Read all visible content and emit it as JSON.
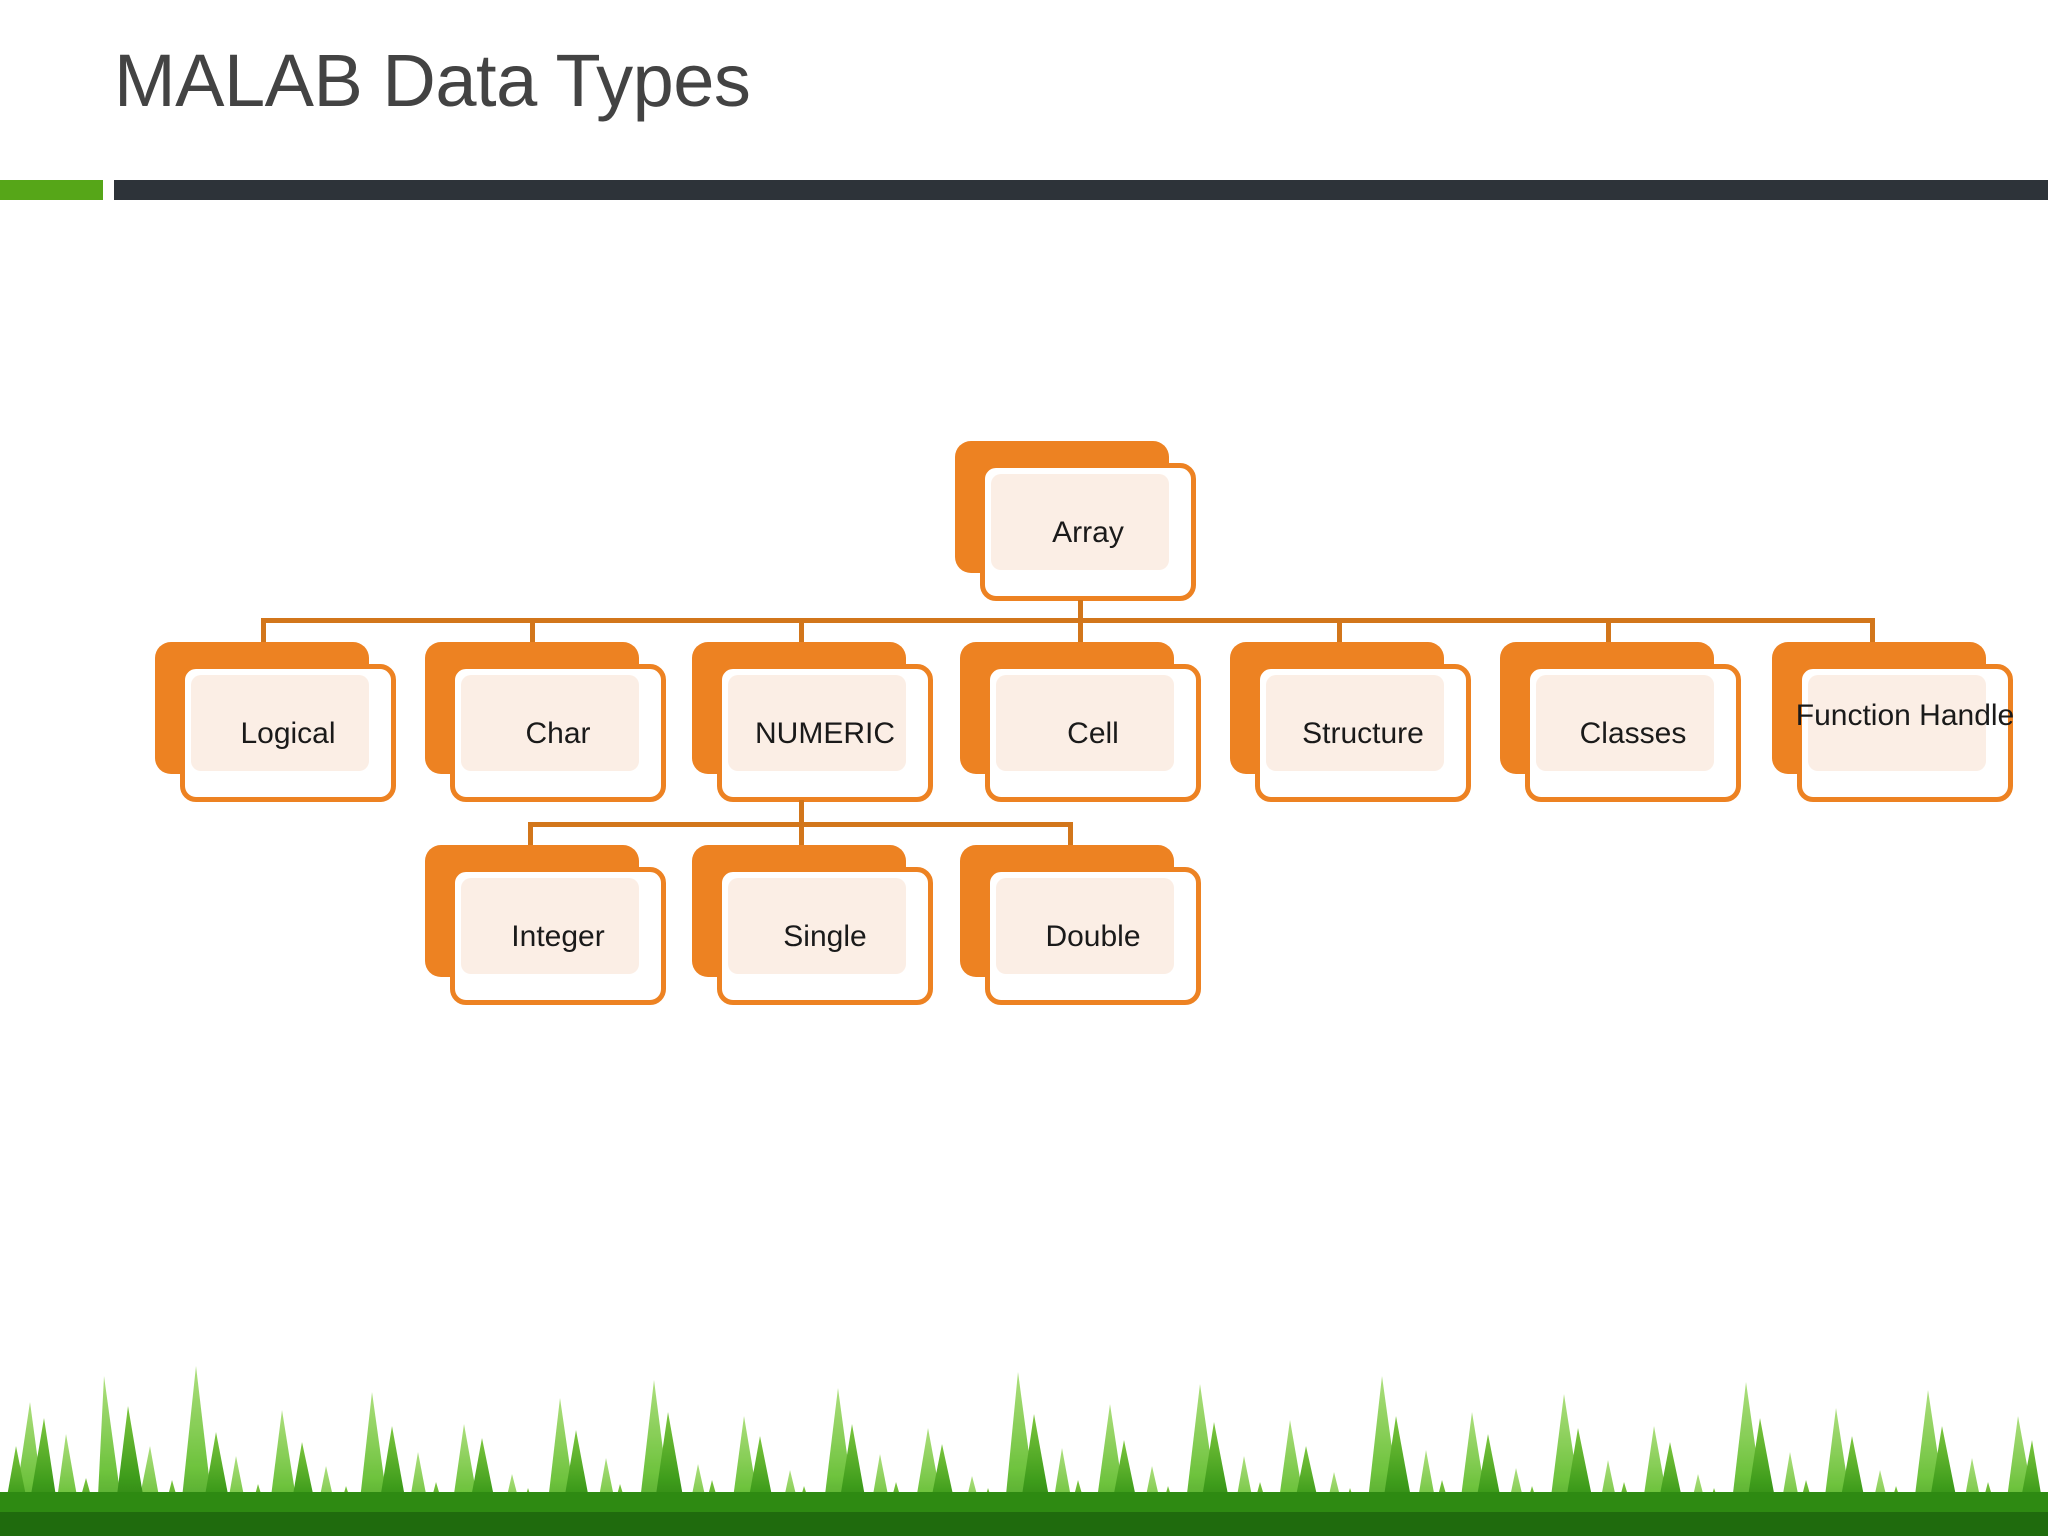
{
  "slide": {
    "title": "MALAB Data Types",
    "background_color": "#FFFFFF",
    "title_color": "#434343",
    "accent_green": "#56A618",
    "accent_dark": "#2D3339",
    "node_orange": "#ED8222",
    "node_fill": "#FBEEE5",
    "connector_color": "#D2761B"
  },
  "diagram": {
    "type": "tree",
    "root": {
      "label": "Array"
    },
    "level2": [
      {
        "label": "Logical"
      },
      {
        "label": "Char"
      },
      {
        "label": "NUMERIC"
      },
      {
        "label": "Cell"
      },
      {
        "label": "Structure"
      },
      {
        "label": "Classes"
      },
      {
        "label": "Function Handle"
      }
    ],
    "level3_parent": "NUMERIC",
    "level3": [
      {
        "label": "Integer"
      },
      {
        "label": "Single"
      },
      {
        "label": "Double"
      }
    ]
  },
  "decor": {
    "grass_label": "grass-decoration",
    "grass_color_dark": "#2F8C17",
    "grass_color_light": "#6FC030"
  }
}
